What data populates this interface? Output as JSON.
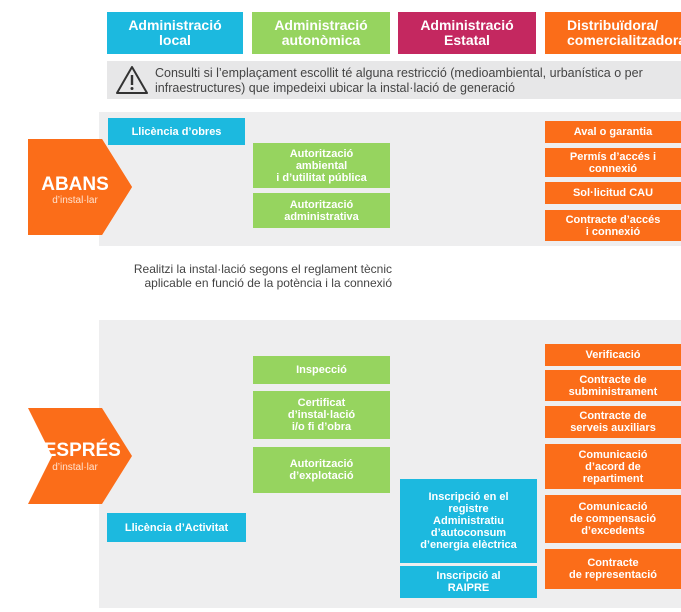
{
  "headers": {
    "local": "Administració\nlocal",
    "autonomica": "Administració\nautonòmica",
    "estatal": "Administració\nEstatal",
    "distribuidora": "Distribuïdora/\ncomercialitzadora"
  },
  "notice": {
    "icon": "warning-triangle-icon",
    "text": "Consulti si l’emplaçament escollit té alguna restricció (medioambiental, urbanística o per infraestructures) que impedeixi ubicar la instal·lació de generació"
  },
  "abans": {
    "title": "ABANS",
    "subtitle": "d’instal·lar",
    "local_items": [
      "Llicència d’obres"
    ],
    "autonomica_items": [
      "Autorització\nambiental\ni d’utilitat pública",
      "Autorització\nadministrativa"
    ],
    "distribuidora_items": [
      "Aval o garantia",
      "Permís d’accés i\nconnexió",
      "Sol·licitud CAU",
      "Contracte d’accés\ni connexió"
    ]
  },
  "middle_text": "Realitzi la instal·lació segons el reglament tècnic aplicable en funció de la potència i la connexió",
  "despres": {
    "title": "DESPRÉS",
    "subtitle": "d’instal·lar",
    "local_items": [
      "Llicència d’Activitat"
    ],
    "autonomica_items": [
      "Inspecció",
      "Certificat\nd’instal·lació\ni/o fi d’obra",
      "Autorització\nd’explotació"
    ],
    "estatal_items": [
      "Inscripció en el\nregistre\nAdministratiu\nd’autoconsum\nd’energia elèctrica",
      "Inscripció al\nRAIPRE"
    ],
    "distribuidora_items": [
      "Verificació",
      "Contracte de\nsubministrament",
      "Contracte de\nserveis auxiliars",
      "Comunicació\nd’acord de\nrepartiment",
      "Comunicació\nde compensació\nd’excedents",
      "Contracte\nde representació"
    ]
  },
  "colors": {
    "local": "#1cb9df",
    "autonomica": "#96d45f",
    "estatal": "#c42860",
    "distribuidora": "#fb6d19"
  }
}
